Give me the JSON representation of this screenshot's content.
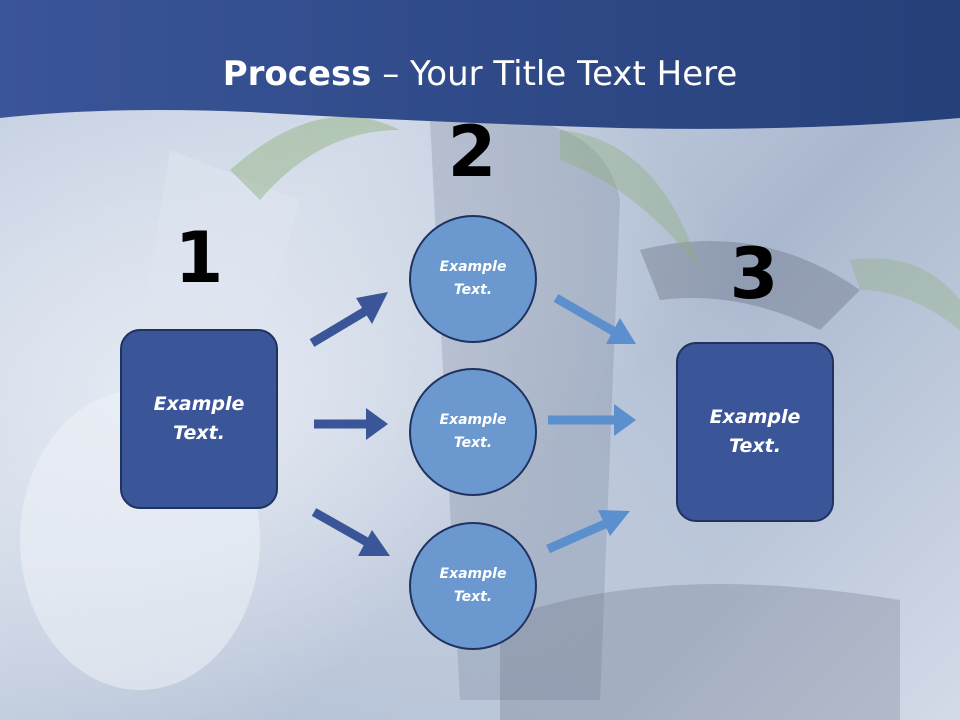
{
  "title": {
    "bold": "Process",
    "rest": " – Your Title Text Here"
  },
  "steps": {
    "one": "1",
    "two": "2",
    "three": "3"
  },
  "left_box": {
    "text": "Example\nText."
  },
  "right_box": {
    "text": "Example\nText."
  },
  "circles": [
    {
      "text": "Example\nText."
    },
    {
      "text": "Example\nText."
    },
    {
      "text": "Example\nText."
    }
  ],
  "colors": {
    "header": "#3a5598",
    "box_fill": "#3a5598",
    "circle_fill": "#6a98cf",
    "arrow_dark": "#3a5598",
    "arrow_light": "#5b8fcd"
  }
}
